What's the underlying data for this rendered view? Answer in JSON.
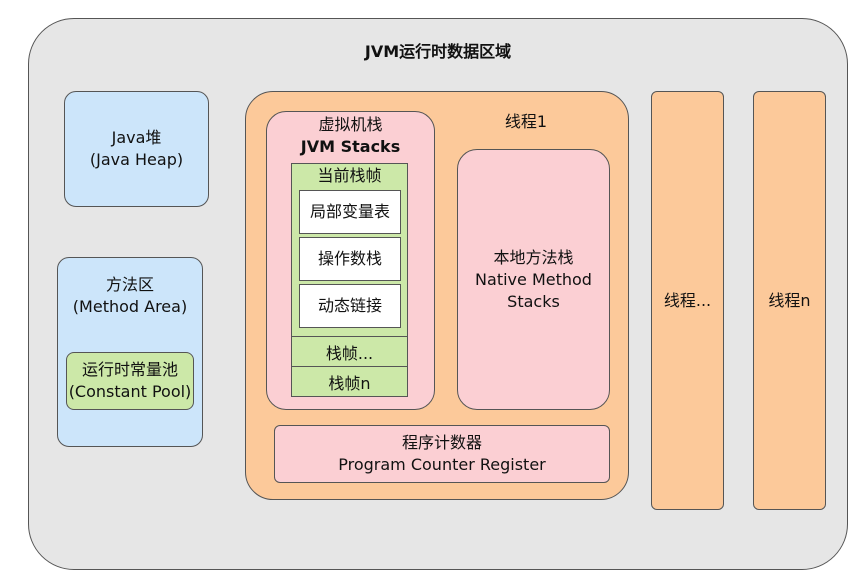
{
  "title": "JVM运行时数据区域",
  "heap": {
    "line1": "Java堆",
    "line2": "(Java Heap)"
  },
  "method_area": {
    "line1": "方法区",
    "line2": "(Method Area)",
    "constant_pool": {
      "line1": "运行时常量池",
      "line2": "(Constant Pool)"
    }
  },
  "thread1": {
    "label": "线程1",
    "jvm_stacks": {
      "line1": "虚拟机栈",
      "line2": "JVM Stacks",
      "current_frame": {
        "label": "当前栈帧",
        "items": [
          "局部变量表",
          "操作数栈",
          "动态链接"
        ]
      },
      "frame_more": "栈帧...",
      "frame_n": "栈帧n"
    },
    "native_stacks": {
      "line1": "本地方法栈",
      "line2": "Native Method",
      "line3": "Stacks"
    },
    "pc_register": {
      "line1": "程序计数器",
      "line2": "Program Counter Register"
    }
  },
  "thread_more": "线程...",
  "thread_n": "线程n",
  "colors": {
    "outer_bg": "#e6e6e6",
    "heap_bg": "#cce5fa",
    "thread_bg": "#fcc99a",
    "pink_bg": "#fbcfd3",
    "green_bg": "#cce8a8",
    "white_bg": "#ffffff"
  }
}
